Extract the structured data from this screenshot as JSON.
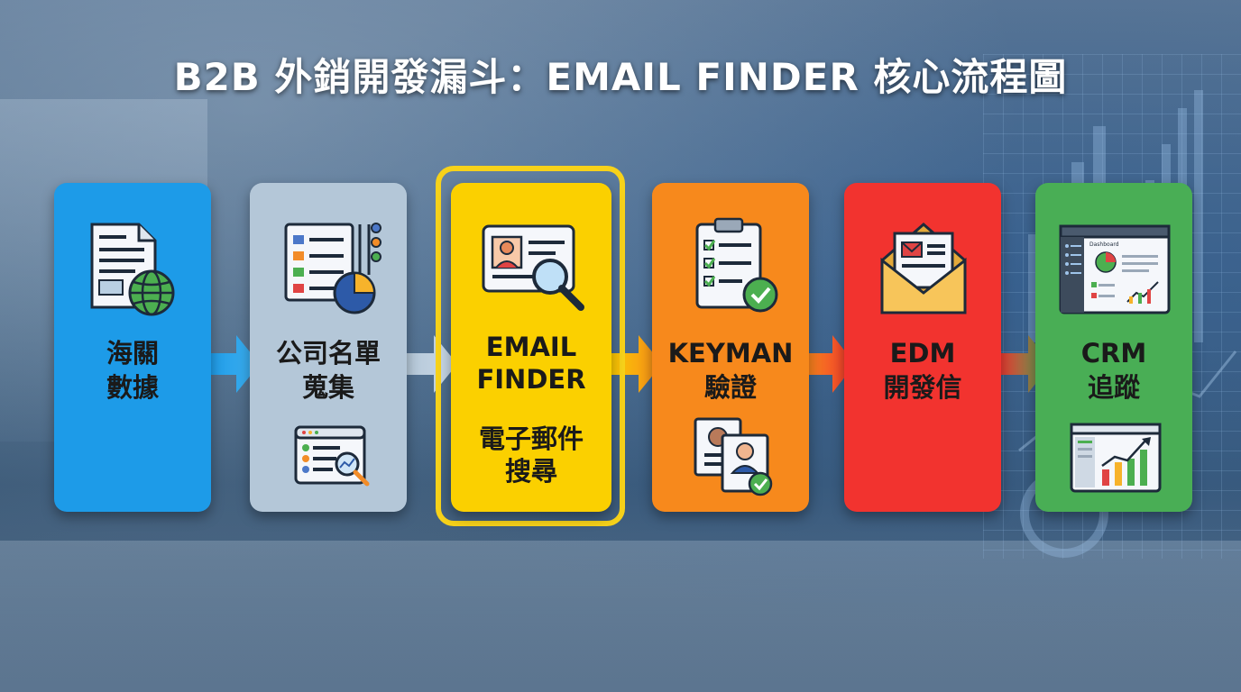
{
  "title": "B2B 外銷開發漏斗：EMAIL FINDER 核心流程圖",
  "steps": [
    {
      "line1": "海關",
      "line2": "數據",
      "color": "#1d9be8"
    },
    {
      "line1": "公司名單",
      "line2": "蒐集",
      "color": "#b4c7d8"
    },
    {
      "line1": "EMAIL",
      "line2": "FINDER",
      "line3": "電子郵件",
      "line4": "搜尋",
      "color": "#fbd000"
    },
    {
      "line1": "KEYMAN",
      "line2": "驗證",
      "color": "#f7891c"
    },
    {
      "line1": "EDM",
      "line2": "開發信",
      "color": "#f2332f"
    },
    {
      "line1": "CRM",
      "line2": "追蹤",
      "color": "#49ae55"
    }
  ],
  "icons": {
    "step1": "document-globe-icon",
    "step2_top": "list-pie-chart-icon",
    "step2_bottom": "browser-search-icon",
    "step3": "id-card-magnifier-icon",
    "step4_top": "clipboard-checklist-icon",
    "step4_bottom": "profile-documents-icon",
    "step5": "open-envelope-icon",
    "step6_top": "dashboard-window-icon",
    "step6_bottom": "growth-chart-window-icon"
  },
  "dashboard_text": "Dashboard"
}
